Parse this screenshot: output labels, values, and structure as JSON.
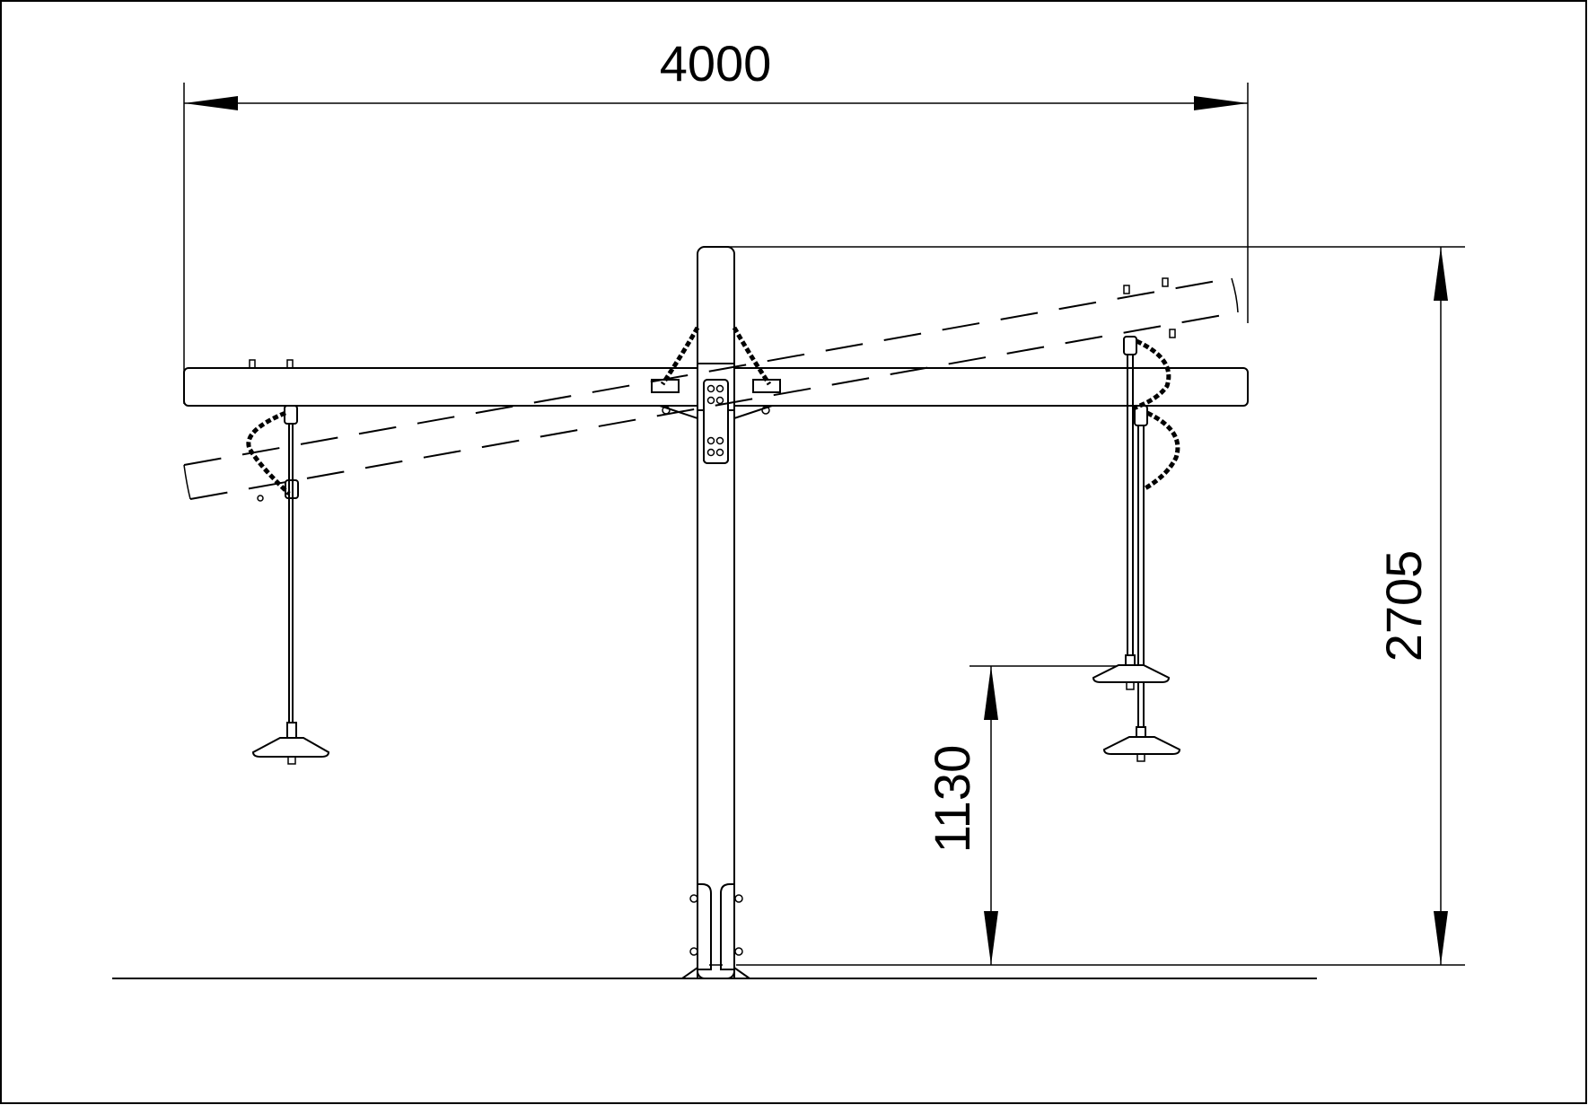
{
  "dimensions": {
    "width_label": "4000",
    "total_height_label": "2705",
    "seat_height_label": "1130"
  }
}
